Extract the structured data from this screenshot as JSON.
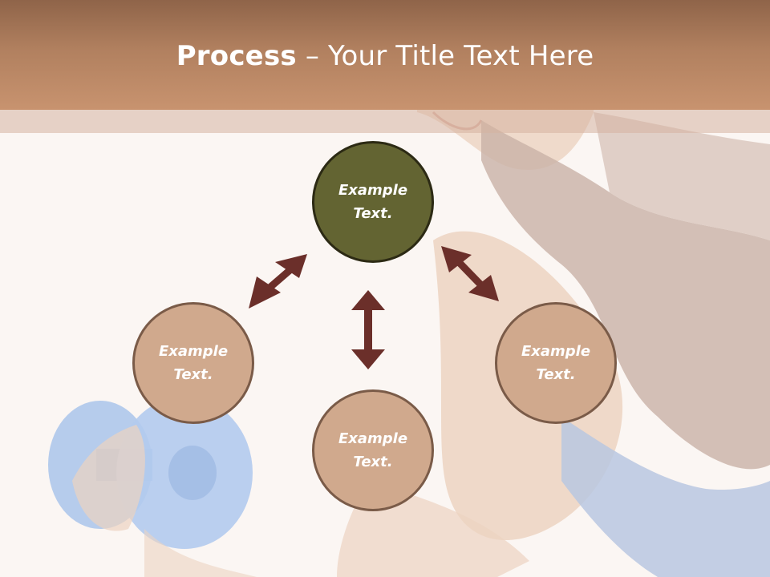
{
  "slide": {
    "title_bold": "Process",
    "title_rest": " – Your Title Text Here"
  },
  "nodes": {
    "center": {
      "label": "Example Text."
    },
    "left": {
      "label": "Example Text."
    },
    "bottom": {
      "label": "Example Text."
    },
    "right": {
      "label": "Example Text."
    }
  },
  "colors": {
    "header": "#b1805f",
    "center_circle": "#636432",
    "outer_circle": "#d0a98d",
    "arrow": "#6b2f2a"
  },
  "background": {
    "image": "woman-with-dumbbell-photo"
  }
}
